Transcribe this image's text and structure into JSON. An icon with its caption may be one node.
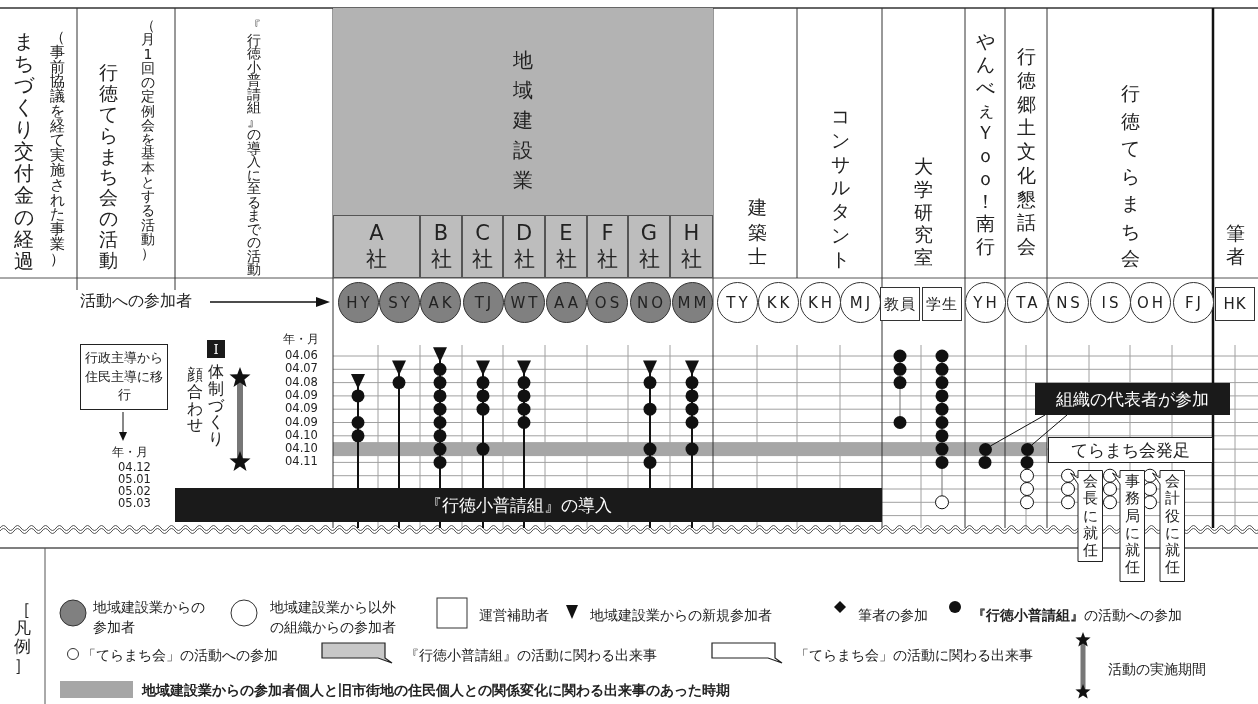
{
  "diagram": {
    "nodes": [
      {
        "text": [
          "HY"
        ]
      },
      {
        "text": [
          "SY"
        ]
      },
      {
        "text": [
          "AK"
        ]
      },
      {
        "text": [
          "TJ"
        ]
      },
      {
        "text": [
          "WT"
        ]
      },
      {
        "text": [
          "AA"
        ]
      },
      {
        "text": [
          "OS"
        ]
      },
      {
        "text": [
          "NO"
        ]
      },
      {
        "text": [
          "MM"
        ]
      },
      {
        "text": [
          "TY"
        ]
      },
      {
        "text": [
          "KK"
        ]
      },
      {
        "text": [
          "KH"
        ]
      },
      {
        "text": [
          "MJ"
        ]
      },
      {
        "text": [
          "教員"
        ]
      },
      {
        "text": [
          "学生"
        ]
      },
      {
        "text": [
          "YH"
        ]
      },
      {
        "text": [
          "TA"
        ]
      },
      {
        "text": [
          "NS"
        ]
      },
      {
        "text": [
          "IS"
        ]
      },
      {
        "text": [
          "OH"
        ]
      },
      {
        "text": [
          "FJ"
        ]
      },
      {
        "text": [
          "HK"
        ]
      },
      {
        "text": [
          "I"
        ]
      },
      {
        "text": [
          "行政主導から住民主導に移行"
        ]
      },
      {
        "text": [
          "『行徳小普請組』の導入"
        ]
      },
      {
        "text": [
          "組織の代表者が参加"
        ]
      },
      {
        "text": [],
        "shape": "circle"
      },
      {
        "text": [],
        "shape": "circle"
      },
      {
        "text": [
          "てらまち会発足"
        ]
      },
      {
        "text": [
          "会長に就任"
        ]
      },
      {
        "text": [
          "事務局に就任"
        ]
      },
      {
        "text": [
          "会計役に就任"
        ]
      }
    ],
    "edges": [
      {
        "from": 25,
        "to": 26,
        "arrow": "none"
      },
      {
        "from": 25,
        "to": 27,
        "arrow": "none"
      }
    ],
    "labels": [
      "まちづくり交付金の経過",
      "（事前協議を経て実施された事業）",
      "行徳てらまち会の活動",
      "（月1回の定例会を基本とする活動）",
      "『行徳小普請組』の導入に至るまでの活動",
      "地域建設業",
      "A社",
      "B社",
      "C社",
      "D社",
      "E社",
      "F社",
      "G社",
      "H社",
      "建築士",
      "コンサルタント",
      "大学研究室",
      "やんべぇＹｏｏ！南行",
      "行徳郷土文化懇話会",
      "行徳てらまち会",
      "筆者",
      "活動への参加者",
      "年・月",
      "04.06",
      "04.07",
      "04.08",
      "04.09",
      "04.09",
      "04.09",
      "04.10",
      "04.10",
      "04.11",
      "顔合わせ",
      "体制づくり",
      "年・月",
      "04.12",
      "05.01",
      "05.02",
      "05.03",
      "［凡例］"
    ],
    "legend": [
      {
        "text": "地域建設業からの参加者"
      },
      {
        "text": "地域建設業から以外の組織からの参加者"
      },
      {
        "text": "運営補助者"
      },
      {
        "text": "地域建設業からの新規参加者"
      },
      {
        "text": "筆者の参加"
      },
      {
        "text": "**『行徳小普請組』**の活動への参加"
      },
      {
        "text": "「てらまち会」の活動への参加"
      },
      {
        "text": "『行徳小普請組』の活動に関わる出来事"
      },
      {
        "text": "「てらまち会」の活動に関わる出来事"
      },
      {
        "text": "活動の実施期間"
      },
      {
        "text": "地域建設業からの参加者個人と旧市街地の住民個人との関係変化に関わる出来事のあった時期",
        "color": "#a6a6a6"
      }
    ]
  }
}
